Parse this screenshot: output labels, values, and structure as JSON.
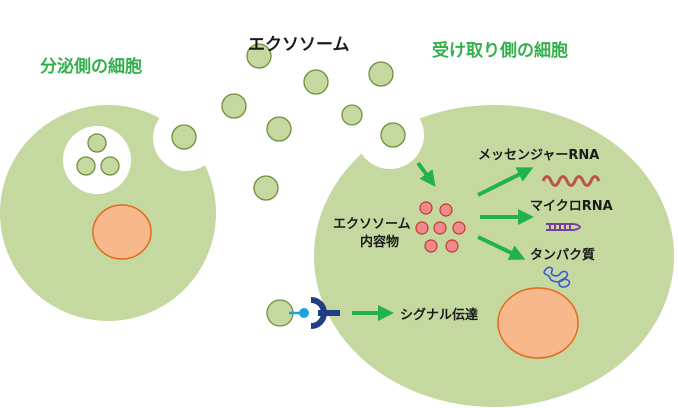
{
  "labels": {
    "secreting_cell": "分泌側の細胞",
    "exosome": "エクソソーム",
    "receiving_cell": "受け取り側の細胞",
    "exosome_contents_line1": "エクソソーム",
    "exosome_contents_line2": "内容物",
    "mrna": "メッセンジャーRNA",
    "microrna": "マイクロRNA",
    "protein": "タンパク質",
    "signaling": "シグナル伝達"
  },
  "colors": {
    "cell_fill": "#c4d89f",
    "vesicle_fill": "#c4d89f",
    "vesicle_stroke": "#6f8f3c",
    "nucleus_fill": "#f7b98c",
    "nucleus_stroke": "#e26b1b",
    "contents_fill": "#f08a8a",
    "contents_stroke": "#c0392b",
    "arrow_green": "#21b24b",
    "title_green": "#33b04c",
    "mrna_color": "#c0504d",
    "microrna_color": "#7b3f9a",
    "protein_color": "#3b5bd6",
    "ligand_blue": "#1aa3dc",
    "receptor_navy": "#1f3e86"
  },
  "icons": {
    "mrna": "wavy-strand-icon",
    "microrna": "hairpin-rna-icon",
    "protein": "folded-protein-icon",
    "receptor": "receptor-icon"
  }
}
